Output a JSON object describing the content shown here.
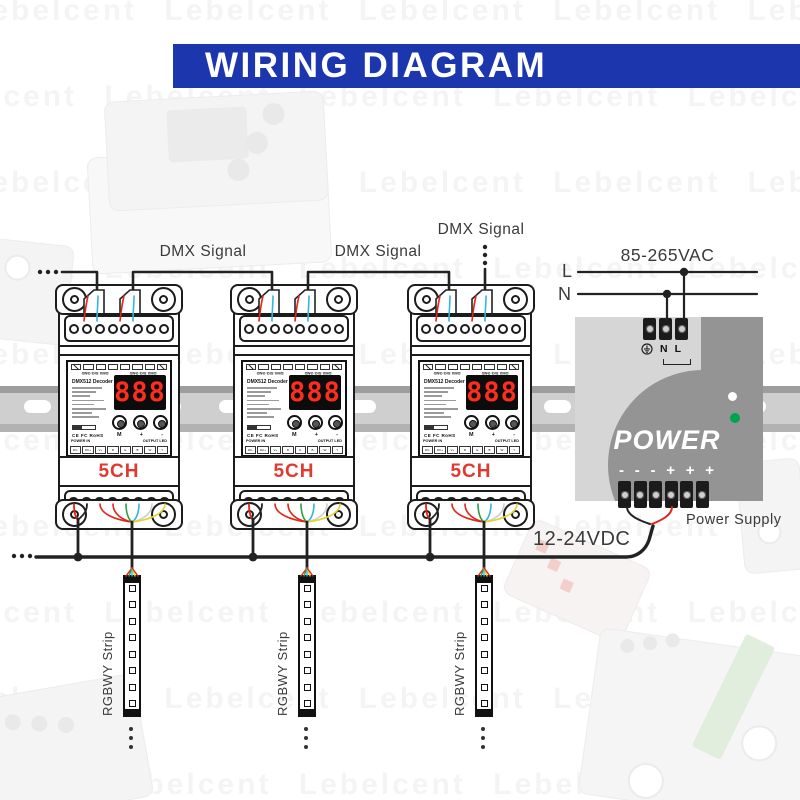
{
  "title": "WIRING DIAGRAM",
  "watermark": "Lebelcent",
  "colors": {
    "banner": "#1c36ae",
    "wire_black": "#222222",
    "wire_red": "#e0251b",
    "wire_blue": "#35b4e0",
    "wire_green": "#2f9e41",
    "wire_yellow": "#e6d22c",
    "wire_white": "#cfcfcf",
    "display_red": "#ff2d1e",
    "ch_red": "#e03a30",
    "green_led": "#00a44f"
  },
  "labels": {
    "dmx_signal_1": "DMX Signal",
    "dmx_signal_2": "DMX Signal",
    "dmx_signal_3": "DMX Signal",
    "ac_voltage": "85-265VAC",
    "line": "L",
    "neutral": "N",
    "dc_voltage": "12-24VDC",
    "power_supply": "Power Supply"
  },
  "decoder": {
    "model": "DMX512 Decoder",
    "ch": "5CH",
    "cert": "CE FC RoHS",
    "display": "888",
    "btn_m": "M",
    "btn_plus": "+",
    "btn_minus": "-",
    "power_in": "POWER IN",
    "output_led": "OUTPUT LED",
    "top_labels": [
      "DMX SIG GND",
      "DMX SIG GND"
    ],
    "terminals": [
      "DC-",
      "DC+",
      "V+",
      "R",
      "G",
      "B",
      "W",
      "Y"
    ]
  },
  "psu": {
    "name": "POWER",
    "top_terminals": [
      "N",
      "L"
    ],
    "bottom_polarity": [
      "-",
      "-",
      "-",
      "+",
      "+",
      "+"
    ]
  },
  "strip_label": "RGBWY Strip"
}
